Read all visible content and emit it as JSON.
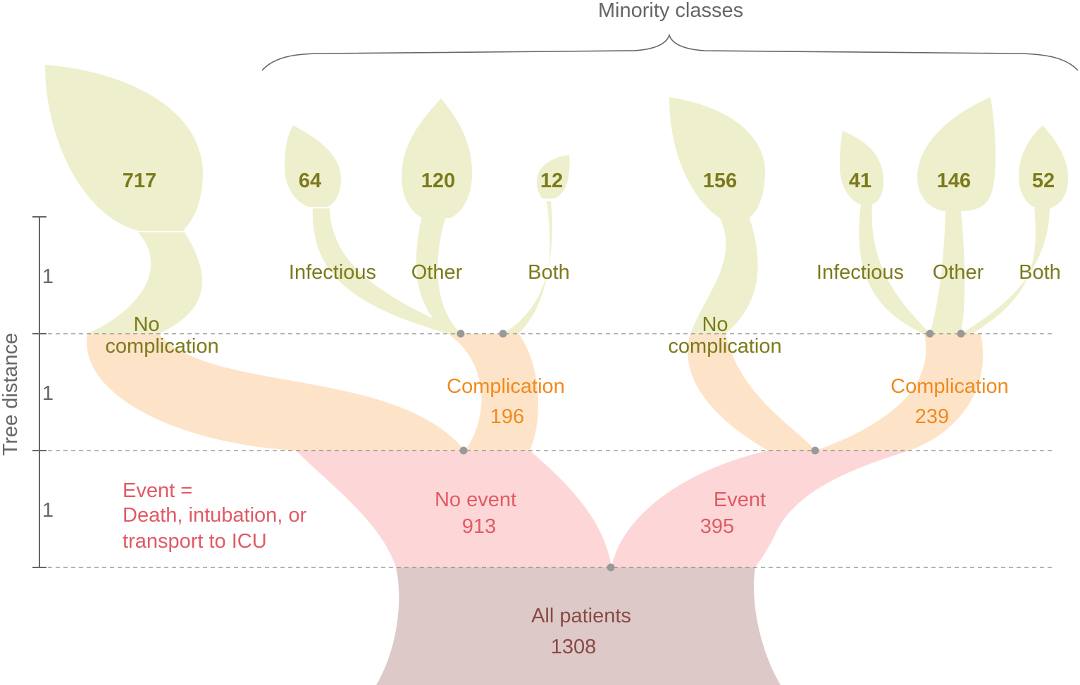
{
  "colors": {
    "leaf": "#eeefcc",
    "complication_band": "#fde4c8",
    "event_band": "#fdd7d7",
    "root": "#dcc9c8",
    "olive_text": "#7c7a1c",
    "orange_text": "#f08a1e",
    "pink_text": "#e05a64",
    "maroon_text": "#8a4a44",
    "guide": "#888888",
    "node": "#999999"
  },
  "header": {
    "minority": "Minority classes"
  },
  "axis": {
    "label": "Tree distance",
    "levels": [
      "1",
      "1",
      "1"
    ]
  },
  "legend": {
    "line1": "Event =",
    "line2": "Death, intubation, or",
    "line3": "transport to ICU"
  },
  "root": {
    "label": "All patients",
    "count": "1308"
  },
  "level1": {
    "no_event": {
      "label": "No event",
      "count": "913"
    },
    "event": {
      "label": "Event",
      "count": "395"
    }
  },
  "level2": {
    "left_no_comp": {
      "line1": "No",
      "line2": "complication"
    },
    "left_comp": {
      "label": "Complication",
      "count": "196"
    },
    "right_no_comp": {
      "line1": "No",
      "line2": "complication"
    },
    "right_comp": {
      "label": "Complication",
      "count": "239"
    }
  },
  "level3": {
    "left_infectious": "Infectious",
    "left_other": "Other",
    "left_both": "Both",
    "right_infectious": "Infectious",
    "right_other": "Other",
    "right_both": "Both"
  },
  "leaves": [
    "717",
    "64",
    "120",
    "12",
    "156",
    "41",
    "146",
    "52"
  ]
}
